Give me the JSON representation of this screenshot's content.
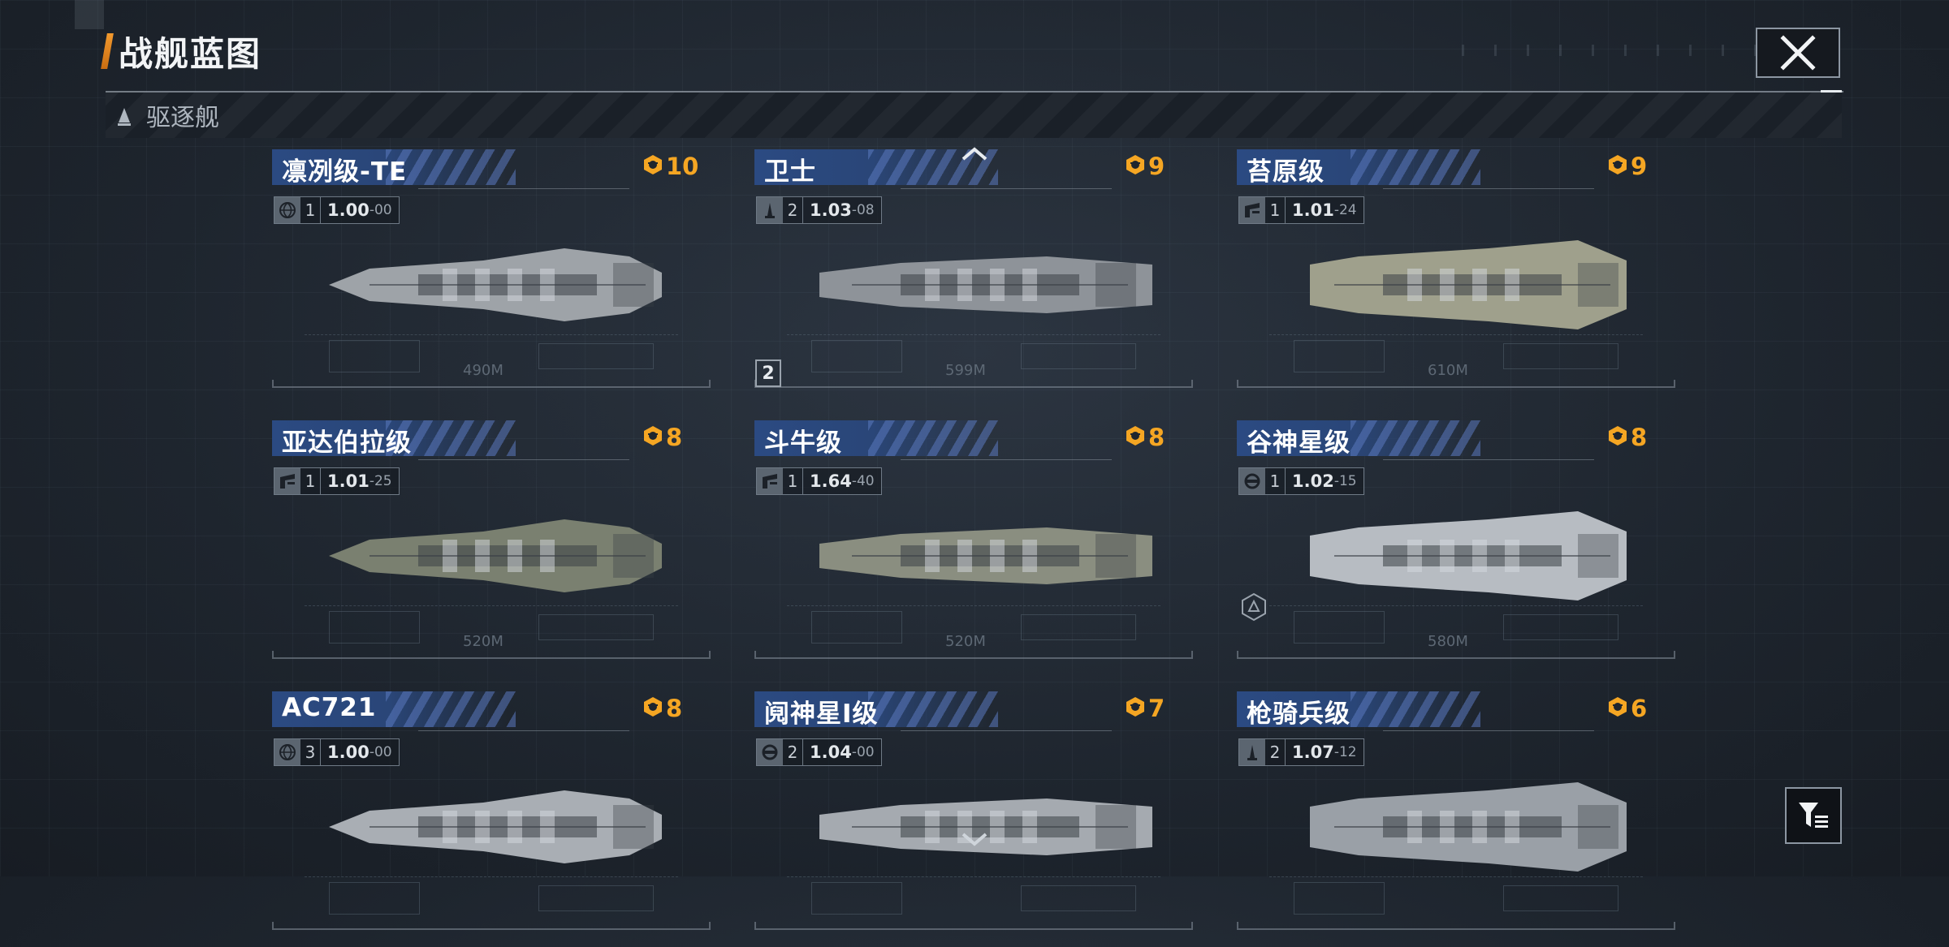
{
  "header": {
    "title": "战舰蓝图"
  },
  "category": {
    "label": "驱逐舰"
  },
  "page_badge": "2",
  "ships": [
    {
      "name": "凛冽级-TE",
      "level": "10",
      "type_icon": "globe-icon",
      "tier": "1",
      "ver_main": "1.00",
      "ver_sub": "-00",
      "length": "490M",
      "hull": "#9ea3a8"
    },
    {
      "name": "卫士",
      "level": "9",
      "type_icon": "tower-icon",
      "tier": "2",
      "ver_main": "1.03",
      "ver_sub": "-08",
      "length": "599M",
      "hull": "#8e9399"
    },
    {
      "name": "苔原级",
      "level": "9",
      "type_icon": "hangar-icon",
      "tier": "1",
      "ver_main": "1.01",
      "ver_sub": "-24",
      "length": "610M",
      "hull": "#9fa08c"
    },
    {
      "name": "亚达伯拉级",
      "level": "8",
      "type_icon": "hangar-icon",
      "tier": "1",
      "ver_main": "1.01",
      "ver_sub": "-25",
      "length": "520M",
      "hull": "#7a8070"
    },
    {
      "name": "斗牛级",
      "level": "8",
      "type_icon": "hangar-icon",
      "tier": "1",
      "ver_main": "1.64",
      "ver_sub": "-40",
      "length": "520M",
      "hull": "#8a8e80"
    },
    {
      "name": "谷神星级",
      "level": "8",
      "type_icon": "gear-icon",
      "tier": "1",
      "ver_main": "1.02",
      "ver_sub": "-15",
      "length": "580M",
      "hull": "#b7bcc2"
    },
    {
      "name": "AC721",
      "level": "8",
      "type_icon": "globe-icon",
      "tier": "3",
      "ver_main": "1.00",
      "ver_sub": "-00",
      "length": "",
      "hull": "#a9aeb4"
    },
    {
      "name": "阋神星I级",
      "level": "7",
      "type_icon": "gear-icon",
      "tier": "2",
      "ver_main": "1.04",
      "ver_sub": "-00",
      "length": "",
      "hull": "#a5aab0"
    },
    {
      "name": "枪骑兵级",
      "level": "6",
      "type_icon": "tower-icon",
      "tier": "2",
      "ver_main": "1.07",
      "ver_sub": "-12",
      "length": "",
      "hull": "#9aa0a7"
    }
  ],
  "colors": {
    "accent": "#f29a2e",
    "level": "#f5a623",
    "name_bar": "#2b4a82"
  }
}
